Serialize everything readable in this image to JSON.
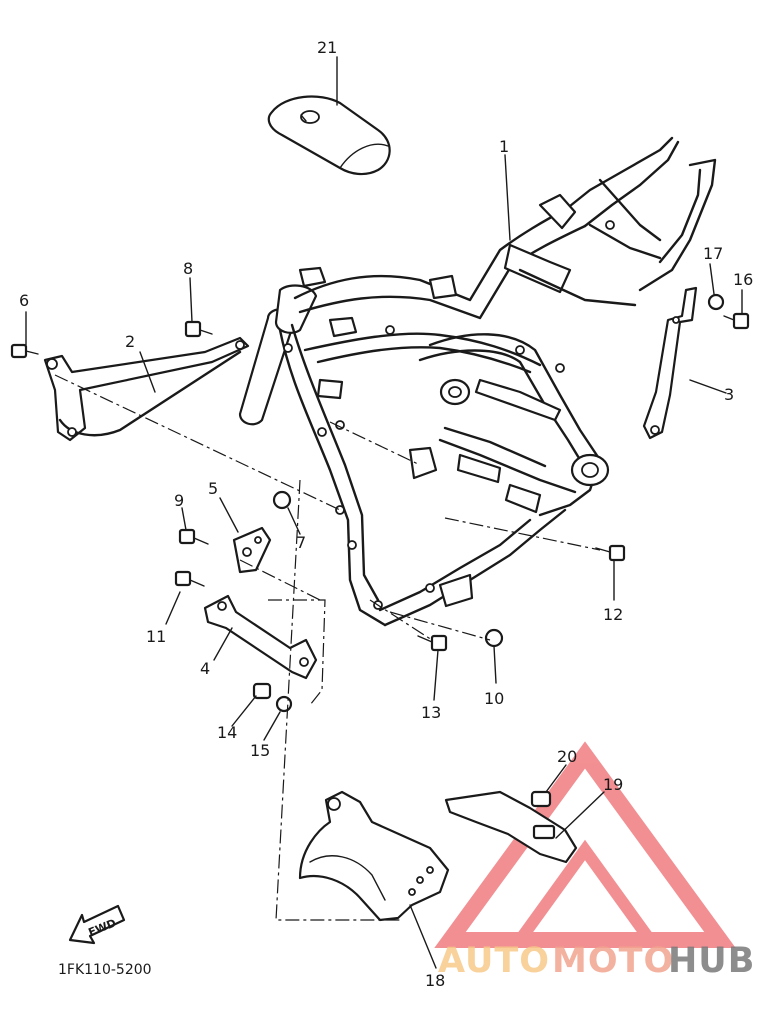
{
  "diagram": {
    "part_code": "1FK110-5200",
    "fwd_label": "FWD",
    "callouts": [
      "1",
      "2",
      "3",
      "4",
      "5",
      "6",
      "7",
      "8",
      "9",
      "10",
      "11",
      "12",
      "13",
      "14",
      "15",
      "16",
      "17",
      "18",
      "19",
      "20",
      "21"
    ]
  },
  "watermark": {
    "part1": "AUTO",
    "part2": "MOTO",
    "part3": "HUB",
    "color_light": "#f7c98a",
    "color_mid": "#f2a48f",
    "color_dark": "#7a7a7a",
    "triangle_color": "#e8343a"
  }
}
